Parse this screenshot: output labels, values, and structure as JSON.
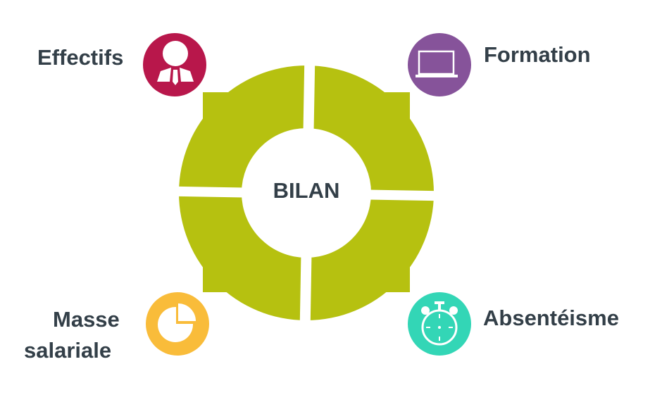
{
  "center_label": "BILAN",
  "items": [
    {
      "label": "Effectifs",
      "icon": "person-tie-icon",
      "color": "#b8174b"
    },
    {
      "label": "Formation",
      "icon": "laptop-icon",
      "color": "#86539a"
    },
    {
      "label_line1": "Masse",
      "label_line2": "salariale",
      "icon": "pie-chart-icon",
      "color": "#f9bc3a"
    },
    {
      "label": "Absentéisme",
      "icon": "stopwatch-icon",
      "color": "#33d6b6"
    }
  ],
  "ring_color": "#b6c110"
}
